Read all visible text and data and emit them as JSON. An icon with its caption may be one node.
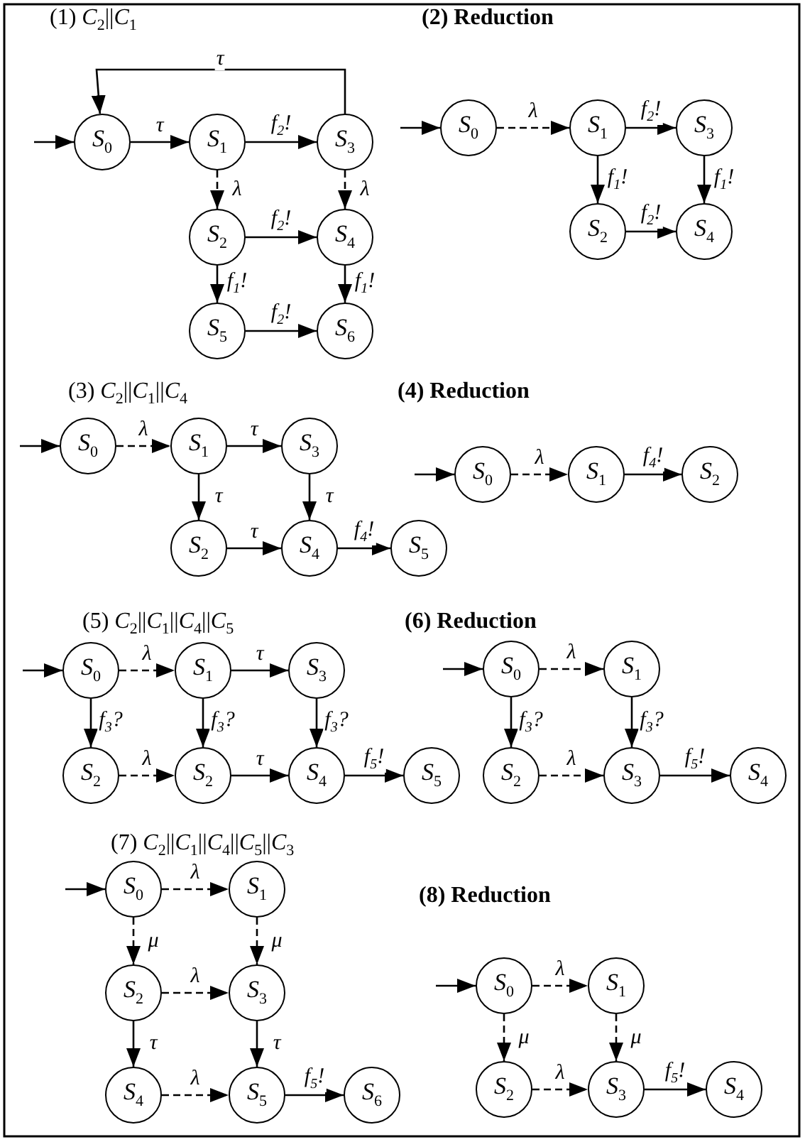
{
  "diagram": {
    "nodes": [
      {
        "text": [
          "S$_{0}$"
        ]
      },
      {
        "text": [
          "S$_{1}$"
        ]
      },
      {
        "text": [
          "S$_{3}$"
        ]
      },
      {
        "text": [
          "S$_{2}$"
        ]
      },
      {
        "text": [
          "S$_{4}$"
        ]
      },
      {
        "text": [
          "S$_{5}$"
        ]
      },
      {
        "text": [
          "S$_{6}$"
        ]
      },
      {
        "text": [
          "S$_{0}$"
        ]
      },
      {
        "text": [
          "S$_{1}$"
        ]
      },
      {
        "text": [
          "S$_{3}$"
        ]
      },
      {
        "text": [
          "S$_{2}$"
        ]
      },
      {
        "text": [
          "S$_{4}$"
        ]
      },
      {
        "text": [
          "S$_{0}$"
        ]
      },
      {
        "text": [
          "S$_{1}$"
        ]
      },
      {
        "text": [
          "S$_{3}$"
        ]
      },
      {
        "text": [
          "S$_{2}$"
        ]
      },
      {
        "text": [
          "S$_{4}$"
        ]
      },
      {
        "text": [
          "S$_{5}$"
        ]
      },
      {
        "text": [
          "S$_{0}$"
        ]
      },
      {
        "text": [
          "S$_{1}$"
        ]
      },
      {
        "text": [
          "S$_{2}$"
        ]
      },
      {
        "text": [
          "S$_{0}$"
        ]
      },
      {
        "text": [
          "S$_{1}$"
        ]
      },
      {
        "text": [
          "S$_{3}$"
        ]
      },
      {
        "text": [
          "S$_{2}$"
        ]
      },
      {
        "text": [
          "S$_{2}$"
        ]
      },
      {
        "text": [
          "S$_{4}$"
        ]
      },
      {
        "text": [
          "S$_{5}$"
        ]
      },
      {
        "text": [
          "S$_{0}$"
        ]
      },
      {
        "text": [
          "S$_{1}$"
        ]
      },
      {
        "text": [
          "S$_{2}$"
        ]
      },
      {
        "text": [
          "S$_{3}$"
        ]
      },
      {
        "text": [
          "S$_{4}$"
        ]
      },
      {
        "text": [
          "S$_{0}$"
        ]
      },
      {
        "text": [
          "S$_{1}$"
        ]
      },
      {
        "text": [
          "S$_{2}$"
        ]
      },
      {
        "text": [
          "S$_{3}$"
        ]
      },
      {
        "text": [
          "S$_{4}$"
        ]
      },
      {
        "text": [
          "S$_{5}$"
        ]
      },
      {
        "text": [
          "S$_{6}$"
        ]
      },
      {
        "text": [
          "S$_{0}$"
        ]
      },
      {
        "text": [
          "S$_{1}$"
        ]
      },
      {
        "text": [
          "S$_{2}$"
        ]
      },
      {
        "text": [
          "S$_{3}$"
        ]
      },
      {
        "text": [
          "S$_{4}$"
        ]
      }
    ],
    "edges": [
      {
        "from": null,
        "to": 0,
        "arrow": "to"
      },
      {
        "from": 0,
        "to": 1,
        "arrow": "to",
        "label": "τ"
      },
      {
        "from": 1,
        "to": 2,
        "arrow": "to",
        "label": "f$_{2}$!"
      },
      {
        "from": 2,
        "to": 0,
        "arrow": "to",
        "label": "τ"
      },
      {
        "from": 1,
        "to": 3,
        "arrow": "to",
        "label": "λ",
        "style": "dashed"
      },
      {
        "from": 2,
        "to": 4,
        "arrow": "to",
        "label": "λ",
        "style": "dashed"
      },
      {
        "from": 3,
        "to": 4,
        "arrow": "to",
        "label": "f$_{2}$!"
      },
      {
        "from": 3,
        "to": 5,
        "arrow": "to",
        "label": "f$_{1}$!"
      },
      {
        "from": 4,
        "to": 6,
        "arrow": "to",
        "label": "f$_{1}$!"
      },
      {
        "from": 5,
        "to": 6,
        "arrow": "to",
        "label": "f$_{2}$!"
      },
      {
        "from": null,
        "to": 7,
        "arrow": "to"
      },
      {
        "from": 7,
        "to": 8,
        "arrow": "to",
        "label": "λ",
        "style": "dashed"
      },
      {
        "from": 8,
        "to": 9,
        "arrow": "to",
        "label": "f$_{2}$!"
      },
      {
        "from": 8,
        "to": 10,
        "arrow": "to",
        "label": "f$_{1}$!"
      },
      {
        "from": 9,
        "to": 11,
        "arrow": "to",
        "label": "f$_{1}$!"
      },
      {
        "from": 10,
        "to": 11,
        "arrow": "to",
        "label": "f$_{2}$!"
      },
      {
        "from": null,
        "to": 12,
        "arrow": "to"
      },
      {
        "from": 12,
        "to": 13,
        "arrow": "to",
        "label": "λ",
        "style": "dashed"
      },
      {
        "from": 13,
        "to": 14,
        "arrow": "to",
        "label": "τ"
      },
      {
        "from": 13,
        "to": 15,
        "arrow": "to",
        "label": "τ"
      },
      {
        "from": 14,
        "to": 16,
        "arrow": "to",
        "label": "τ"
      },
      {
        "from": 15,
        "to": 16,
        "arrow": "to",
        "label": "τ"
      },
      {
        "from": 16,
        "to": 17,
        "arrow": "to",
        "label": "f$_{4}$!"
      },
      {
        "from": null,
        "to": 18,
        "arrow": "to"
      },
      {
        "from": 18,
        "to": 19,
        "arrow": "to",
        "label": "λ",
        "style": "dashed"
      },
      {
        "from": 19,
        "to": 20,
        "arrow": "to",
        "label": "f$_{4}$!"
      },
      {
        "from": null,
        "to": 21,
        "arrow": "to"
      },
      {
        "from": 21,
        "to": 22,
        "arrow": "to",
        "label": "λ",
        "style": "dashed"
      },
      {
        "from": 22,
        "to": 23,
        "arrow": "to",
        "label": "τ"
      },
      {
        "from": 21,
        "to": 24,
        "arrow": "to",
        "label": "f$_{3}$?"
      },
      {
        "from": 22,
        "to": 25,
        "arrow": "to",
        "label": "f$_{3}$?"
      },
      {
        "from": 23,
        "to": 26,
        "arrow": "to",
        "label": "f$_{3}$?"
      },
      {
        "from": 24,
        "to": 25,
        "arrow": "to",
        "label": "λ",
        "style": "dashed"
      },
      {
        "from": 25,
        "to": 26,
        "arrow": "to",
        "label": "τ"
      },
      {
        "from": 26,
        "to": 27,
        "arrow": "to",
        "label": "f$_{5}$!"
      },
      {
        "from": null,
        "to": 28,
        "arrow": "to"
      },
      {
        "from": 28,
        "to": 29,
        "arrow": "to",
        "label": "λ",
        "style": "dashed"
      },
      {
        "from": 28,
        "to": 30,
        "arrow": "to",
        "label": "f$_{3}$?"
      },
      {
        "from": 29,
        "to": 31,
        "arrow": "to",
        "label": "f$_{3}$?"
      },
      {
        "from": 30,
        "to": 31,
        "arrow": "to",
        "label": "λ",
        "style": "dashed"
      },
      {
        "from": 31,
        "to": 32,
        "arrow": "to",
        "label": "f$_{5}$!"
      },
      {
        "from": null,
        "to": 33,
        "arrow": "to"
      },
      {
        "from": 33,
        "to": 34,
        "arrow": "to",
        "label": "λ",
        "style": "dashed"
      },
      {
        "from": 33,
        "to": 35,
        "arrow": "to",
        "label": "μ",
        "style": "dashed"
      },
      {
        "from": 34,
        "to": 36,
        "arrow": "to",
        "label": "μ",
        "style": "dashed"
      },
      {
        "from": 35,
        "to": 36,
        "arrow": "to",
        "label": "λ",
        "style": "dashed"
      },
      {
        "from": 35,
        "to": 37,
        "arrow": "to",
        "label": "τ"
      },
      {
        "from": 36,
        "to": 38,
        "arrow": "to",
        "label": "τ"
      },
      {
        "from": 37,
        "to": 38,
        "arrow": "to",
        "label": "λ",
        "style": "dashed"
      },
      {
        "from": 38,
        "to": 39,
        "arrow": "to",
        "label": "f$_{5}$!"
      },
      {
        "from": null,
        "to": 40,
        "arrow": "to"
      },
      {
        "from": 40,
        "to": 41,
        "arrow": "to",
        "label": "λ",
        "style": "dashed"
      },
      {
        "from": 40,
        "to": 42,
        "arrow": "to",
        "label": "μ",
        "style": "dashed"
      },
      {
        "from": 41,
        "to": 43,
        "arrow": "to",
        "label": "μ",
        "style": "dashed"
      },
      {
        "from": 42,
        "to": 43,
        "arrow": "to",
        "label": "λ",
        "style": "dashed"
      },
      {
        "from": 43,
        "to": 44,
        "arrow": "to",
        "label": "f$_{5}$!"
      }
    ],
    "labels": [
      "(1) *C*$_{2}$||*C*$_{1}$",
      "(2) Reduction",
      "(3) *C*$_{2}$||*C*$_{1}$||*C*$_{4}$",
      "(4) Reduction",
      "(5) *C*$_{2}$||*C*$_{1}$||*C*$_{4}$||*C*$_{5}$",
      "(6) Reduction",
      "(7) *C*$_{2}$||*C*$_{1}$||*C*$_{4}$||*C*$_{5}$||*C*$_{3}$",
      "(8) Reduction"
    ]
  }
}
